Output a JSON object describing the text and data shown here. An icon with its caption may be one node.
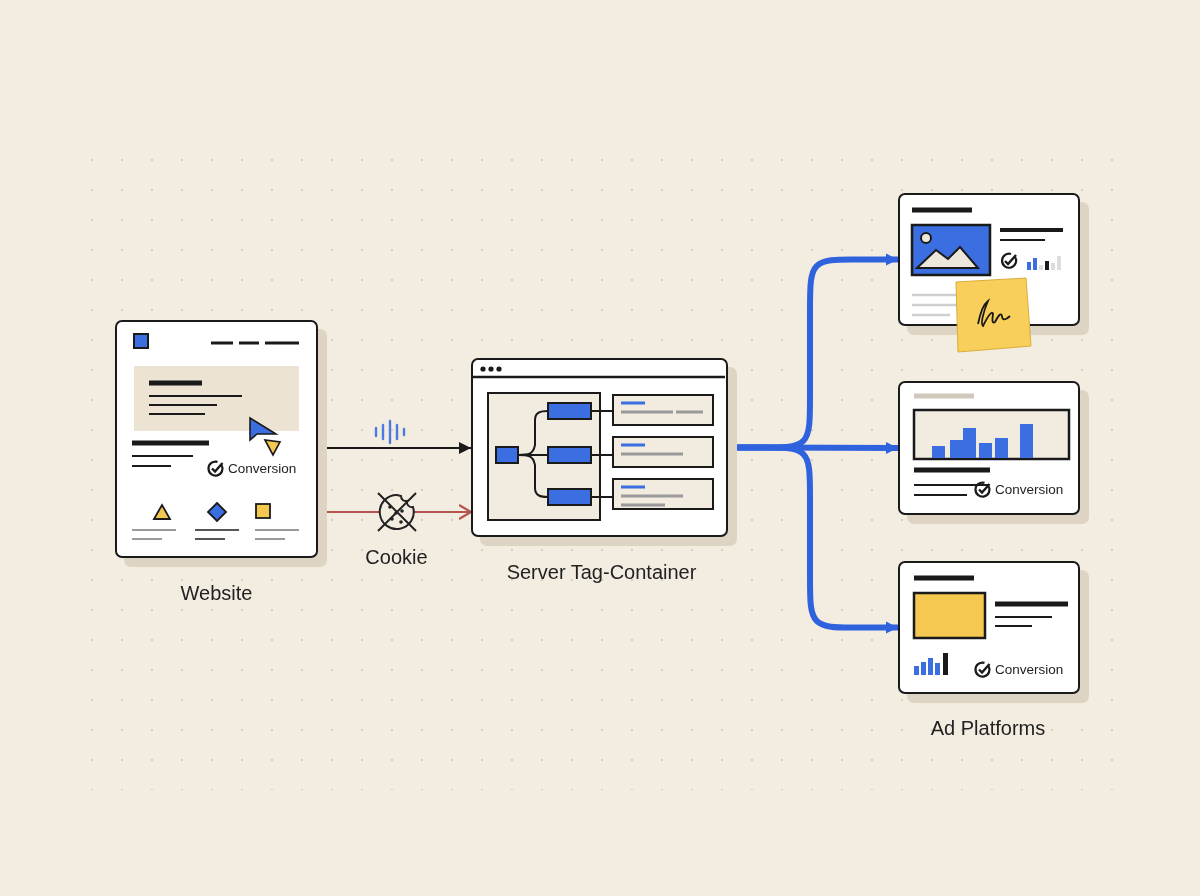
{
  "diagram": {
    "nodes": [
      {
        "text": [
          "Conversion"
        ],
        "beside": [
          "Website"
        ]
      },
      {
        "text": [],
        "shape": "box",
        "beside": [
          "Server Tag-Container"
        ]
      },
      {
        "text": [],
        "shape": "box"
      },
      {
        "text": [
          "Conversion"
        ]
      },
      {
        "text": [
          "Conversion"
        ]
      }
    ],
    "edges": [
      {
        "from": 0,
        "to": 1,
        "arrow": "to",
        "color": "#1a1a1a"
      },
      {
        "from": 0,
        "to": 1,
        "arrow": "to",
        "color": "#b5534f",
        "label": "Cookie"
      },
      {
        "from": 1,
        "to": 2,
        "arrow": "to"
      },
      {
        "from": 1,
        "to": 3,
        "arrow": "to"
      },
      {
        "from": 1,
        "to": 4,
        "arrow": "to"
      }
    ],
    "labels": [
      "Ad Platforms"
    ]
  }
}
